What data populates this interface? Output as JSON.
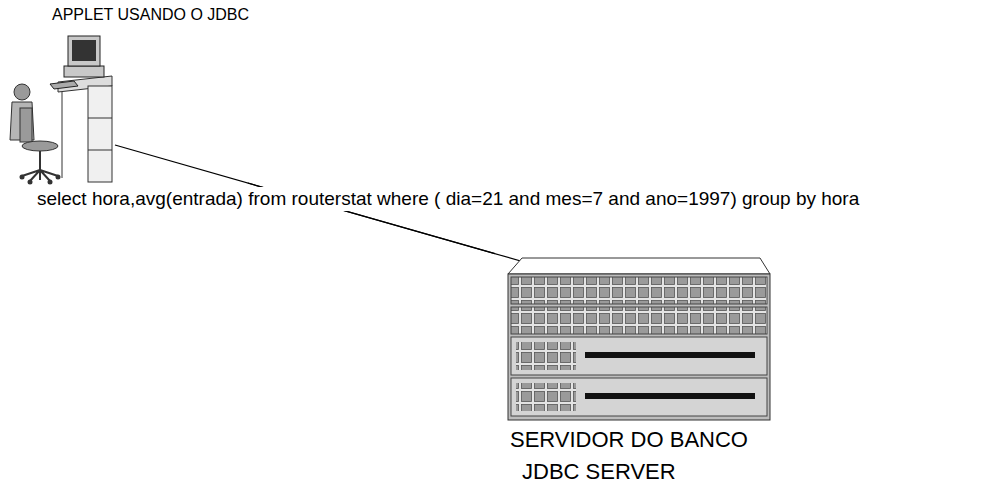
{
  "diagram": {
    "nodes": [
      {
        "text": [
          "APPLET USANDO O JDBC"
        ]
      },
      {
        "text": [
          "SERVIDOR DO BANCO",
          "JDBC SERVER"
        ]
      }
    ],
    "edges": [
      {
        "from": 0,
        "to": 1,
        "arrow": "none",
        "label": "select hora,avg(entrada) from routerstat where ( dia=21 and mes=7 and ano=1997) group by hora"
      }
    ]
  }
}
